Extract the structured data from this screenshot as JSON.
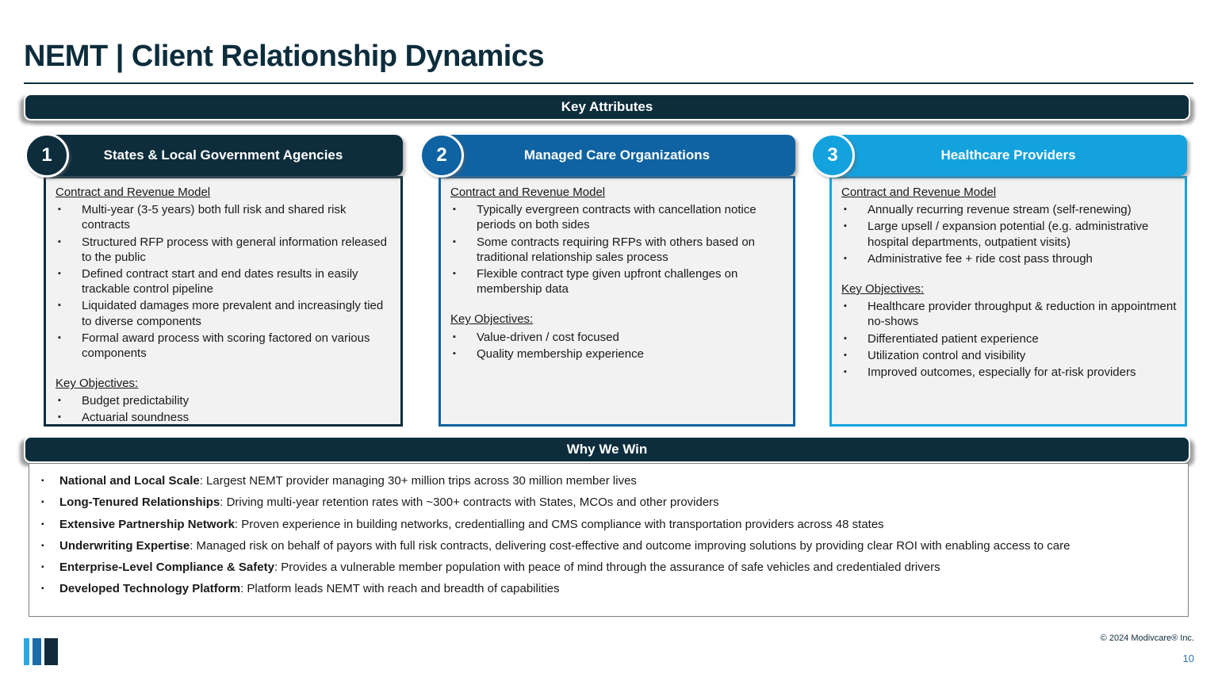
{
  "page": {
    "title": "NEMT | Client Relationship Dynamics",
    "banners": {
      "key_attributes": "Key Attributes",
      "why_we_win": "Why We Win"
    }
  },
  "icons": {
    "bullet": "▪"
  },
  "colors": {
    "navy": "#0D2D3C",
    "mid_blue": "#0F63A3",
    "light_blue": "#14A2DE",
    "panel_bg": "#F2F2F2",
    "page_number_blue": "#2E74B5"
  },
  "columns": [
    {
      "number": "1",
      "title": "States & Local Government Agencies",
      "contract_heading": "Contract and Revenue Model",
      "contract_bullets": [
        "Multi-year (3-5 years) both full risk and shared risk contracts",
        "Structured RFP process with general information released to the public",
        "Defined contract start and end dates results in easily trackable control pipeline",
        "Liquidated damages more prevalent and increasingly tied to diverse components",
        "Formal award process with scoring factored on various components"
      ],
      "objectives_heading": "Key Objectives:",
      "objectives_bullets": [
        "Budget predictability",
        "Actuarial soundness"
      ]
    },
    {
      "number": "2",
      "title": "Managed Care Organizations",
      "contract_heading": "Contract and Revenue Model",
      "contract_bullets": [
        "Typically evergreen contracts with cancellation notice periods on both sides",
        "Some contracts requiring RFPs with others based on traditional relationship sales process",
        "Flexible contract type given upfront challenges on membership data"
      ],
      "objectives_heading": "Key Objectives:",
      "objectives_bullets": [
        "Value-driven / cost focused",
        "Quality membership experience"
      ]
    },
    {
      "number": "3",
      "title": "Healthcare Providers",
      "contract_heading": "Contract and Revenue Model",
      "contract_bullets": [
        "Annually recurring revenue stream (self-renewing)",
        "Large upsell / expansion potential (e.g. administrative hospital departments, outpatient visits)",
        "Administrative fee + ride cost pass through"
      ],
      "objectives_heading": "Key Objectives:",
      "objectives_bullets": [
        "Healthcare provider throughput  & reduction in appointment no-shows",
        "Differentiated patient experience",
        "Utilization control and visibility",
        "Improved outcomes, especially for at-risk providers"
      ]
    }
  ],
  "why_we_win": {
    "items": [
      {
        "lead": "National and Local Scale",
        "text": ": Largest NEMT provider managing 30+ million trips across 30 million member lives"
      },
      {
        "lead": "Long-Tenured Relationships",
        "text": ": Driving multi-year retention rates with ~300+ contracts with States, MCOs and other providers"
      },
      {
        "lead": "Extensive Partnership Network",
        "text": ": Proven experience in building networks, credentialling and CMS compliance with transportation providers across 48 states"
      },
      {
        "lead": "Underwriting Expertise",
        "text": ": Managed risk on behalf of payors with full risk contracts, delivering cost-effective and outcome improving solutions by providing clear ROI with enabling access to care"
      },
      {
        "lead": "Enterprise-Level Compliance & Safety",
        "text": ": Provides a vulnerable member population with peace of mind through the assurance of safe vehicles and credentialed drivers"
      },
      {
        "lead": "Developed Technology Platform",
        "text": ": Platform leads NEMT with reach and breadth of capabilities"
      }
    ]
  },
  "footer": {
    "copyright": "© 2024 Modivcare® Inc.",
    "page_number": "10"
  }
}
